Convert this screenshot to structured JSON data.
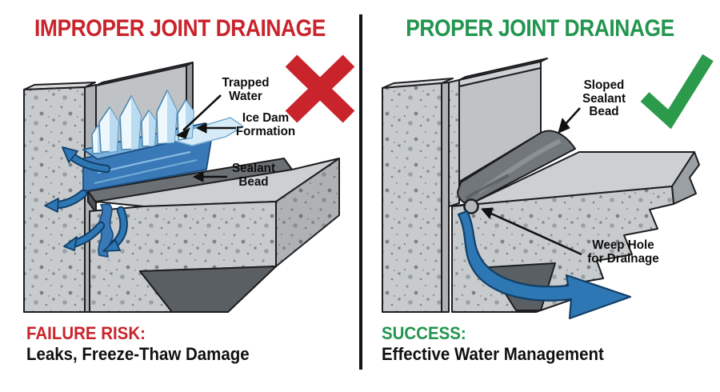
{
  "left_panel": {
    "title": "IMPROPER JOINT DRAINAGE",
    "status_icon": "x-mark",
    "labels": {
      "trapped_water": [
        "Trapped",
        "Water"
      ],
      "ice_dam": [
        "Ice Dam",
        "Formation"
      ],
      "sealant_bead": [
        "Sealant",
        "Bead"
      ]
    },
    "caption_title": "FAILURE RISK:",
    "caption_text": "Leaks, Freeze-Thaw Damage"
  },
  "right_panel": {
    "title": "PROPER JOINT DRAINAGE",
    "status_icon": "check-mark",
    "labels": {
      "sloped_sealant_bead": [
        "Sloped",
        "Sealant",
        "Bead"
      ],
      "weep_hole": [
        "Weep Hole",
        "for Drainage"
      ]
    },
    "caption_title": "SUCCESS:",
    "caption_text": "Effective Water Management"
  },
  "colors": {
    "failure_red": "#c9232b",
    "success_green": "#2c9a4b",
    "water_blue": "#3a79b7",
    "arrow_blue": "#2e77b5",
    "ice_blue": "#e8f4fb",
    "concrete_gray": "#c7cbcd",
    "sealant_gray": "#6b7074",
    "outline_dark": "#1d1d1f"
  }
}
